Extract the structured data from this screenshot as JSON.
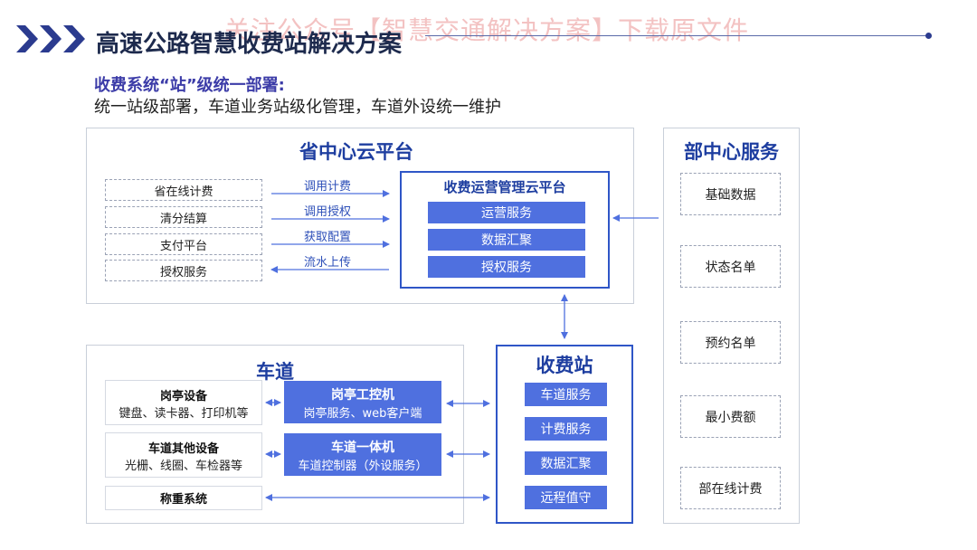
{
  "watermark": "关注公众号【智慧交通解决方案】下载原文件",
  "header": {
    "title": "高速公路智慧收费站解决方案",
    "subtitle_bold": "收费系统“站”级统一部署:",
    "subtitle": "统一站级部署，车道业务站级化管理，车道外设统一维护"
  },
  "province": {
    "title": "省中心云平台",
    "left_items": [
      "省在线计费",
      "清分结算",
      "支付平台",
      "授权服务"
    ],
    "flows": [
      "调用计费",
      "调用授权",
      "获取配置",
      "流水上传"
    ],
    "cloud": {
      "title": "收费运营管理云平台",
      "services": [
        "运营服务",
        "数据汇聚",
        "授权服务"
      ]
    }
  },
  "ministry": {
    "title": "部中心服务",
    "items": [
      "基础数据",
      "状态名单",
      "预约名单",
      "最小费额",
      "部在线计费"
    ]
  },
  "lane": {
    "title": "车道",
    "devices": [
      {
        "title": "岗亭设备",
        "sub": "键盘、读卡器、打印机等"
      },
      {
        "title": "车道其他设备",
        "sub": "光栅、线圈、车检器等"
      },
      {
        "title": "称重系统",
        "sub": ""
      }
    ],
    "controllers": [
      {
        "title": "岗亭工控机",
        "sub": "岗亭服务、web客户端"
      },
      {
        "title": "车道一体机",
        "sub": "车道控制器（外设服务）"
      }
    ]
  },
  "station": {
    "title": "收费站",
    "services": [
      "车道服务",
      "计费服务",
      "数据汇聚",
      "远程值守"
    ]
  },
  "colors": {
    "accent": "#4f70df",
    "title_blue": "#1e3ea0",
    "border": "#c9cfd9"
  }
}
